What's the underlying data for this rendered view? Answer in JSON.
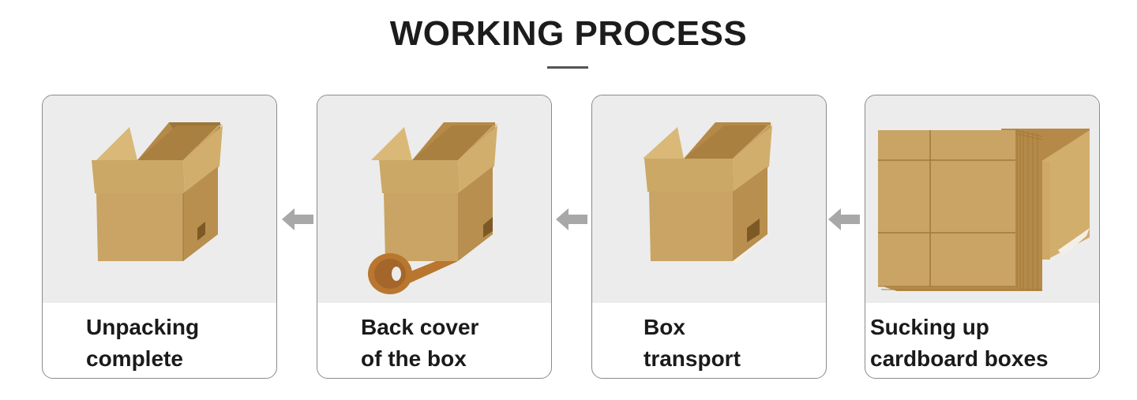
{
  "title": "WORKING PROCESS",
  "steps": [
    {
      "label": "Unpacking\ncomplete",
      "illustration": "open-box-icon"
    },
    {
      "label": "Back cover\nof the box",
      "illustration": "box-tape-icon"
    },
    {
      "label": "Box\ntransport",
      "illustration": "box-transport-icon"
    },
    {
      "label": "Sucking up\ncardboard boxes",
      "illustration": "flat-cardboard-stack-icon"
    }
  ],
  "flow_direction": "right-to-left",
  "colors": {
    "cardboard_front": "#c9a464",
    "cardboard_side": "#b88f4e",
    "panel_bg": "#ececec",
    "arrow": "#a8a8a8",
    "tape": "#b9762f"
  }
}
